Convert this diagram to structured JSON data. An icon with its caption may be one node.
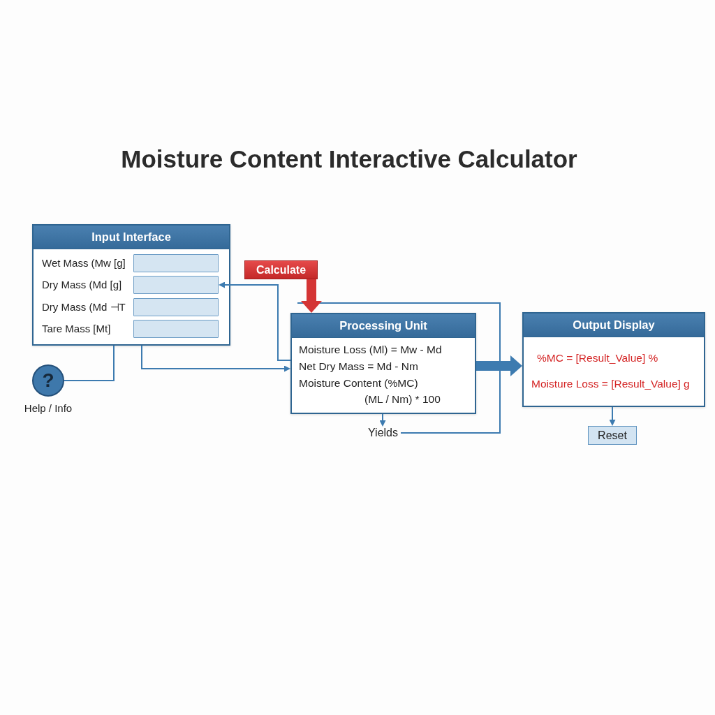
{
  "diagram": {
    "title": "Moisture Content Interactive Calculator",
    "nodes": [
      {
        "text": [
          "Input Interface"
        ]
      },
      {
        "text": [],
        "shape": "box",
        "in": 0,
        "beside": [
          "Wet Mass (Mw [g]"
        ]
      },
      {
        "text": [],
        "shape": "box",
        "in": 0,
        "beside": [
          "Dry Mass (Md [g]"
        ]
      },
      {
        "text": [],
        "shape": "box",
        "in": 0,
        "beside": [
          "Dry Mass (Md ⊣T"
        ]
      },
      {
        "text": [],
        "shape": "box",
        "in": 0,
        "beside": [
          "Tare Mass [Mt]"
        ]
      },
      {
        "text": [
          "?"
        ],
        "beside": [
          "Help / Info"
        ]
      },
      {
        "text": [
          "Calculate"
        ]
      },
      {
        "text": [
          "Processing Unit",
          "Moisture Loss (Ml) = Mw - Md",
          "Net Dry Mass = Md - Nm",
          "Moisture Content (%MC)",
          "(ML / Nm) * 100"
        ]
      },
      {
        "text": [
          "Output Display",
          "%MC = [Result_Value] %",
          "Moisture Loss = [Result_Value] g"
        ]
      },
      {
        "text": [
          "Yields"
        ]
      },
      {
        "text": [
          "Reset"
        ]
      }
    ],
    "edges": [
      {
        "from": 0,
        "to": 5,
        "arrow": "none"
      },
      {
        "from": 0,
        "to": 7,
        "arrow": "to"
      },
      {
        "from": 7,
        "to": 2,
        "arrow": "to"
      },
      {
        "from": 6,
        "to": 7,
        "arrow": "to",
        "style": "thick",
        "color": "#d43535"
      },
      {
        "from": 7,
        "to": 8,
        "arrow": "to",
        "style": "thick"
      },
      {
        "from": 7,
        "to": 9,
        "arrow": "to"
      },
      {
        "from": 9,
        "to": null,
        "arrow": "none"
      },
      {
        "from": 8,
        "to": 10,
        "arrow": "to"
      }
    ]
  }
}
